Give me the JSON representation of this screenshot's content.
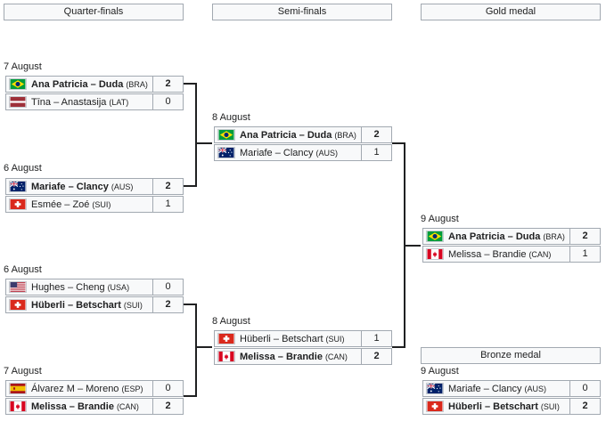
{
  "rounds": {
    "quarterfinals": "Quarter-finals",
    "semifinals": "Semi-finals",
    "gold": "Gold medal",
    "bronze": "Bronze medal"
  },
  "colors": {
    "border": "#a2a9b1",
    "cell_bg": "#f8f9fa",
    "line": "#202122"
  },
  "matches": {
    "qf1": {
      "date": "7 August",
      "team1": {
        "flag": "brazil-flag-icon",
        "name": "Ana Patricia – Duda",
        "noc": "(BRA)",
        "score": "2"
      },
      "team2": {
        "flag": "latvia-flag-icon",
        "name": "Tīna – Anastasija",
        "noc": "(LAT)",
        "score": "0"
      }
    },
    "qf2": {
      "date": "6 August",
      "team1": {
        "flag": "australia-flag-icon",
        "name": "Mariafe – Clancy",
        "noc": "(AUS)",
        "score": "2"
      },
      "team2": {
        "flag": "switzerland-flag-icon",
        "name": "Esmée – Zoé",
        "noc": "(SUI)",
        "score": "1"
      }
    },
    "qf3": {
      "date": "6 August",
      "team1": {
        "flag": "usa-flag-icon",
        "name": "Hughes – Cheng",
        "noc": "(USA)",
        "score": "0"
      },
      "team2": {
        "flag": "switzerland-flag-icon",
        "name": "Hüberli – Betschart",
        "noc": "(SUI)",
        "score": "2"
      }
    },
    "qf4": {
      "date": "7 August",
      "team1": {
        "flag": "spain-flag-icon",
        "name": "Álvarez M – Moreno",
        "noc": "(ESP)",
        "score": "0"
      },
      "team2": {
        "flag": "canada-flag-icon",
        "name": "Melissa – Brandie",
        "noc": "(CAN)",
        "score": "2"
      }
    },
    "sf1": {
      "date": "8 August",
      "team1": {
        "flag": "brazil-flag-icon",
        "name": "Ana Patricia – Duda",
        "noc": "(BRA)",
        "score": "2"
      },
      "team2": {
        "flag": "australia-flag-icon",
        "name": "Mariafe – Clancy",
        "noc": "(AUS)",
        "score": "1"
      }
    },
    "sf2": {
      "date": "8 August",
      "team1": {
        "flag": "switzerland-flag-icon",
        "name": "Hüberli – Betschart",
        "noc": "(SUI)",
        "score": "1"
      },
      "team2": {
        "flag": "canada-flag-icon",
        "name": "Melissa – Brandie",
        "noc": "(CAN)",
        "score": "2"
      }
    },
    "final": {
      "date": "9 August",
      "team1": {
        "flag": "brazil-flag-icon",
        "name": "Ana Patricia – Duda",
        "noc": "(BRA)",
        "score": "2"
      },
      "team2": {
        "flag": "canada-flag-icon",
        "name": "Melissa – Brandie",
        "noc": "(CAN)",
        "score": "1"
      }
    },
    "bronze": {
      "date": "9 August",
      "team1": {
        "flag": "australia-flag-icon",
        "name": "Mariafe – Clancy",
        "noc": "(AUS)",
        "score": "0"
      },
      "team2": {
        "flag": "switzerland-flag-icon",
        "name": "Hüberli – Betschart",
        "noc": "(SUI)",
        "score": "2"
      }
    }
  }
}
